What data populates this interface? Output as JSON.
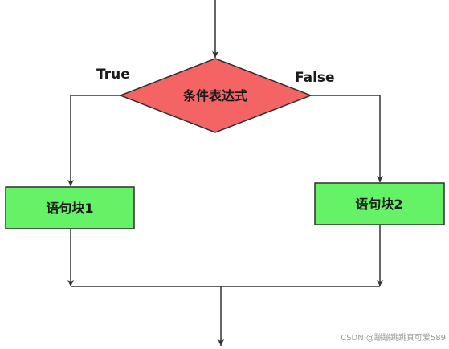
{
  "decision": {
    "label": "条件表达式",
    "fill": "#f46464"
  },
  "branches": {
    "true_label": "True",
    "false_label": "False"
  },
  "blocks": [
    {
      "label": "语句块1",
      "fill": "#66f266"
    },
    {
      "label": "语句块2",
      "fill": "#66f266"
    }
  ],
  "watermark": "CSDN @蹦蹦跳跳真可爱589",
  "colors": {
    "line": "#333333",
    "border": "#2f2f2f"
  }
}
